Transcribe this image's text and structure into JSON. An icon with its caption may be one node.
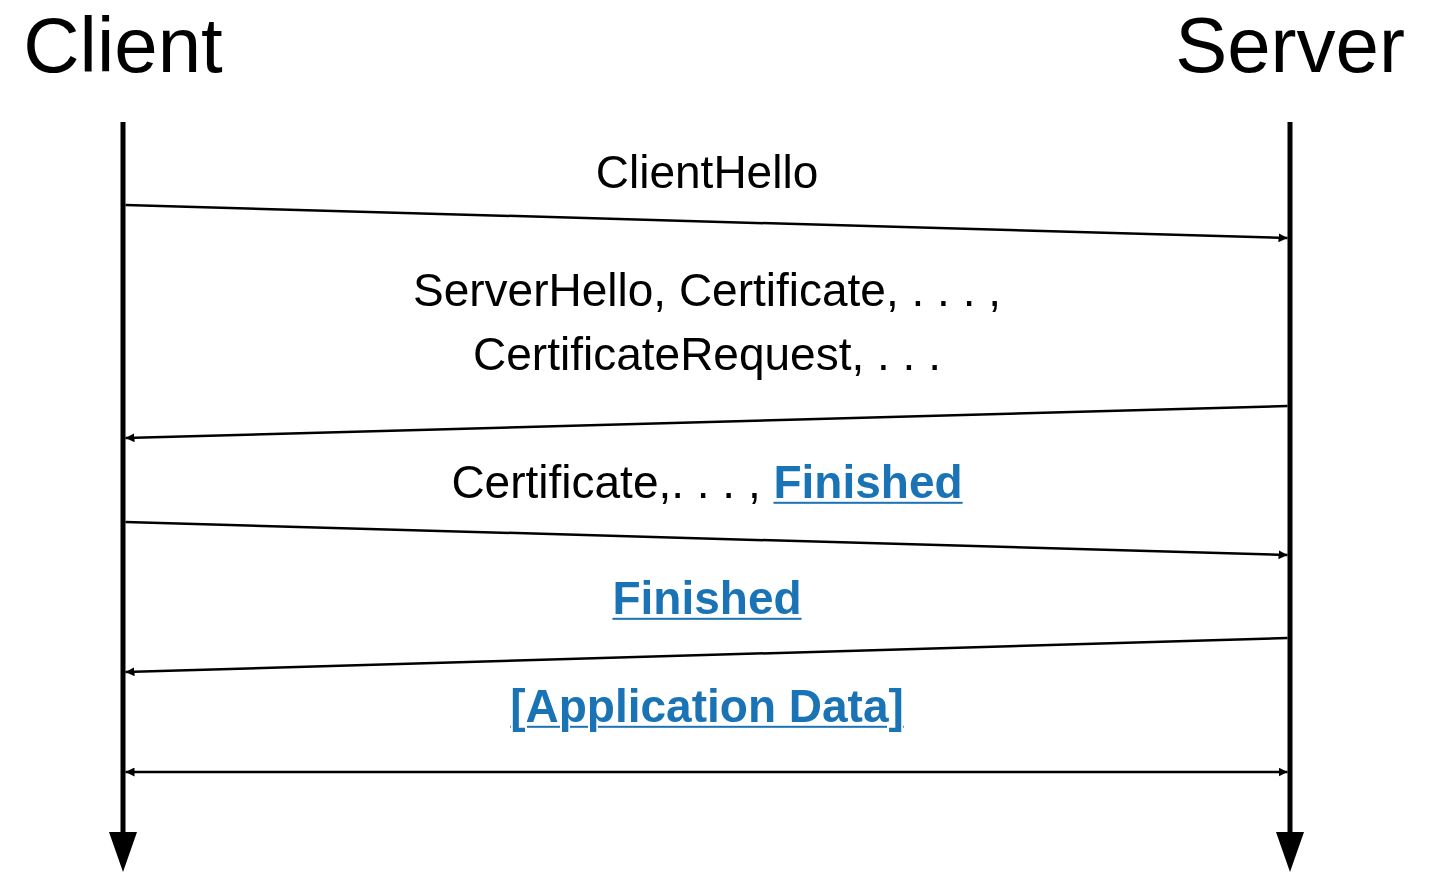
{
  "diagram": {
    "nodes": [
      {
        "text": [
          "Client"
        ]
      },
      {
        "text": [
          "Server"
        ]
      }
    ],
    "edges": [
      {
        "from": 0,
        "to": 1,
        "arrow": "to",
        "label": "ClientHello"
      },
      {
        "from": 1,
        "to": 0,
        "arrow": "to",
        "label": "ServerHello, Certificate, . . . , CertificateRequest, . . ."
      },
      {
        "from": 0,
        "to": 1,
        "arrow": "to",
        "label": "Certificate,. . . , **Finished**"
      },
      {
        "from": 1,
        "to": 0,
        "arrow": "to",
        "label": "Finished"
      },
      {
        "from": 0,
        "to": 1,
        "arrow": "both",
        "label": "[Application Data]"
      }
    ]
  }
}
